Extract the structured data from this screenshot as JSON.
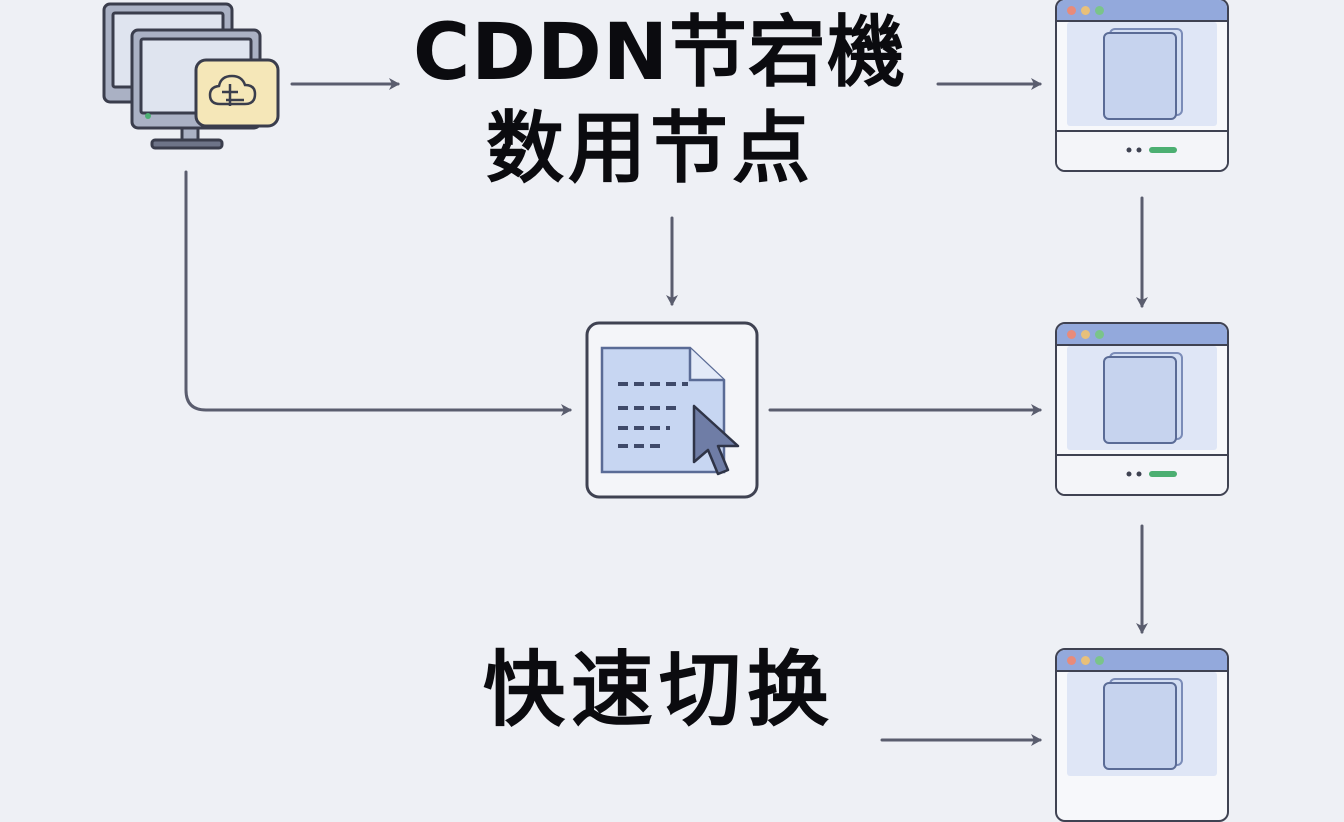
{
  "diagram": {
    "title_line1": "CDDN节宕機",
    "title_line2": "数用节点",
    "bottom_label": "快速切换"
  },
  "icons": {
    "source": "dual-monitor-cloud-icon",
    "document": "document-cursor-icon",
    "browser": "browser-window-icon"
  },
  "colors": {
    "background": "#eef0f5",
    "arrow": "#5a5d6e",
    "browser_bar": "#93a9dc",
    "accent_green": "#4caf72",
    "badge": "#f5e7b8"
  }
}
